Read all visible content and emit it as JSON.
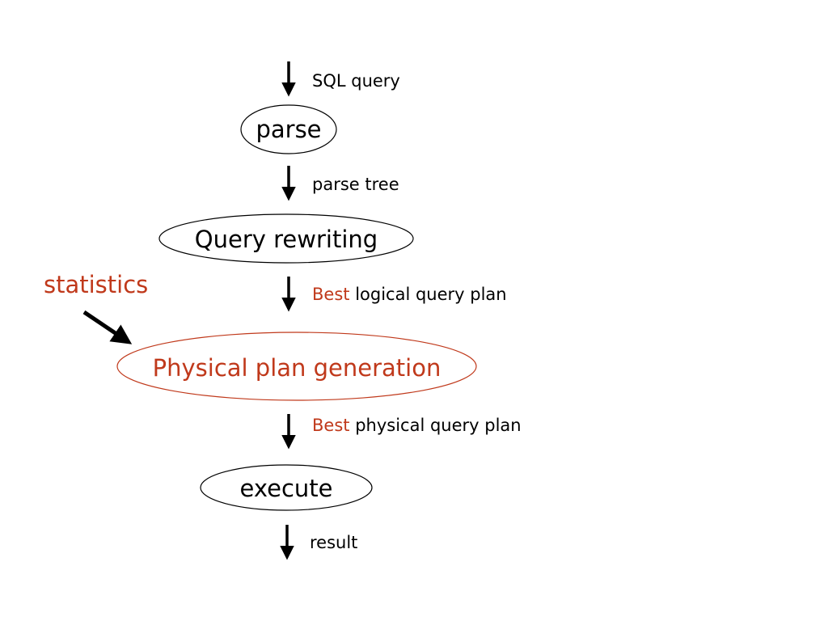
{
  "colors": {
    "text": "#000000",
    "accent": "#c0391b",
    "stroke": "#000000",
    "background": "#ffffff"
  },
  "nodes": [
    {
      "id": "parse",
      "label": "parse",
      "highlight": false
    },
    {
      "id": "rewrite",
      "label": "Query rewriting",
      "highlight": false
    },
    {
      "id": "physical",
      "label": "Physical plan generation",
      "highlight": true
    },
    {
      "id": "execute",
      "label": "execute",
      "highlight": false
    }
  ],
  "edges": [
    {
      "prefix": "",
      "label": "SQL query"
    },
    {
      "prefix": "",
      "label": "parse tree"
    },
    {
      "prefix": "Best",
      "label": " logical query plan"
    },
    {
      "prefix": "Best",
      "label": " physical query plan"
    },
    {
      "prefix": "",
      "label": "result"
    }
  ],
  "side_input": {
    "label": "statistics"
  }
}
